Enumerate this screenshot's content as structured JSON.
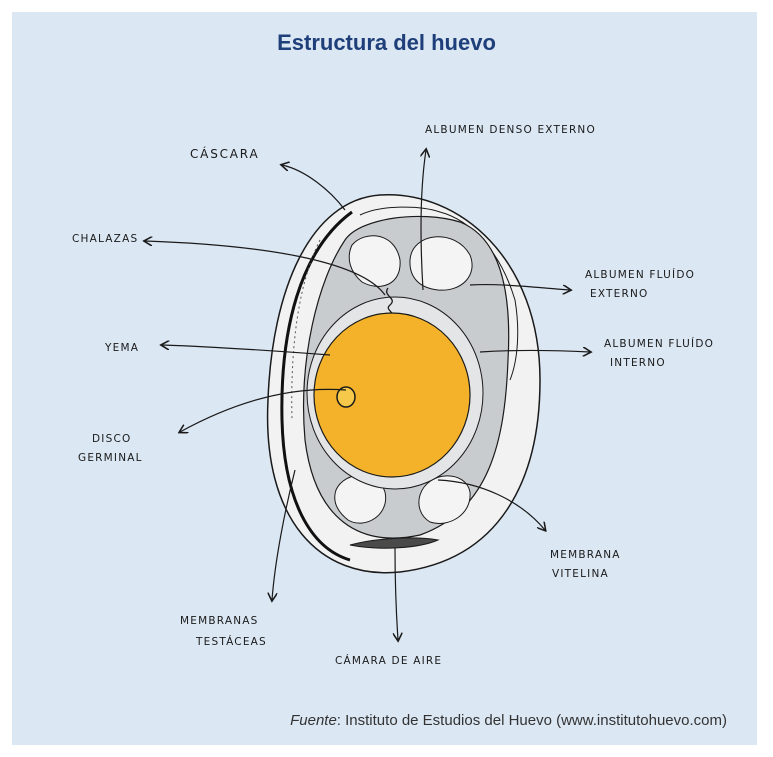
{
  "title": "Estructura del huevo",
  "labels": {
    "cascara": "CÁSCARA",
    "albumen_denso": "ALBUMEN DENSO EXTERNO",
    "chalazas": "CHALAZAS",
    "albumen_fluido_externo_1": "ALBUMEN FLUÍDO",
    "albumen_fluido_externo_2": "EXTERNO",
    "albumen_fluido_interno_1": "ALBUMEN FLUÍDO",
    "albumen_fluido_interno_2": "INTERNO",
    "yema": "YEMA",
    "disco_1": "DISCO",
    "disco_2": "GERMINAL",
    "membrana_vitelina_1": "MEMBRANA",
    "membrana_vitelina_2": "VITELINA",
    "membranas_testaceas_1": "MEMBRANAS",
    "membranas_testaceas_2": "TESTÁCEAS",
    "camara_aire": "CÁMARA DE AIRE"
  },
  "source": {
    "prefix": "Fuente",
    "text": ": Instituto de Estudios del Huevo (www.institutohuevo.com)"
  },
  "colors": {
    "panel": "#dbe7f3",
    "title": "#1f3f7a",
    "yolk": "#f3b22a",
    "albumen_grey": "#c9cccf",
    "shell": "#f2f2f2"
  }
}
